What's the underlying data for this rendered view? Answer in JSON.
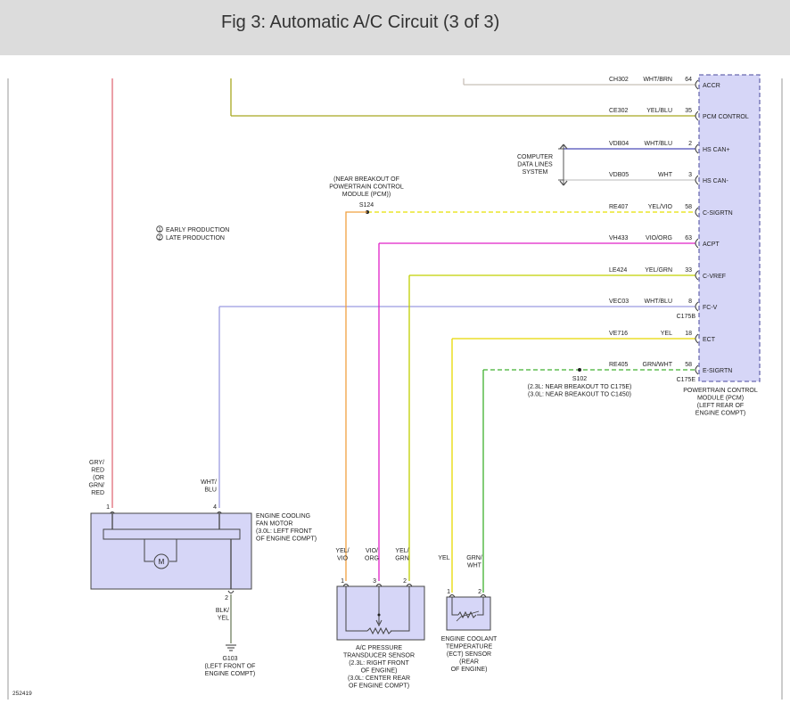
{
  "title": "Fig 3: Automatic A/C Circuit (3 of 3)",
  "colors": {
    "component_fill": "#d6d6f7",
    "wire_gry_red": "#e06c78",
    "wire_wht_brn": "#c8c0b8",
    "wire_yel_blu": "#a8a820",
    "wire_wht_blu": "#9b9be0",
    "wire_hs_can_plus": "#4a4ab8",
    "wire_wht": "#c8c8c8",
    "wire_yel_vio": "#e6e000",
    "wire_vio_org": "#e020c8",
    "wire_yel_grn": "#c0d000",
    "wire_yel": "#e8d800",
    "wire_grn_wht": "#40b030",
    "wire_yel_vio_vertical": "#f0a040",
    "wire_blk_yel": "#708060"
  },
  "pcm": {
    "pins": [
      {
        "circuit": "CH302",
        "color": "WHT/BRN",
        "pin": "64",
        "name": "ACCR"
      },
      {
        "circuit": "CE302",
        "color": "YEL/BLU",
        "pin": "35",
        "name": "PCM CONTROL"
      },
      {
        "circuit": "VDB04",
        "color": "WHT/BLU",
        "pin": "2",
        "name": "HS CAN+"
      },
      {
        "circuit": "VDB05",
        "color": "WHT",
        "pin": "3",
        "name": "HS CAN-"
      },
      {
        "circuit": "RE407",
        "color": "YEL/VIO",
        "pin": "58",
        "name": "C-SIGRTN"
      },
      {
        "circuit": "VH433",
        "color": "VIO/ORG",
        "pin": "63",
        "name": "ACPT"
      },
      {
        "circuit": "LE424",
        "color": "YEL/GRN",
        "pin": "33",
        "name": "C-VREF"
      },
      {
        "circuit": "VEC03",
        "color": "WHT/BLU",
        "pin": "8",
        "name": "FC-V"
      },
      {
        "circuit": "VE716",
        "color": "YEL",
        "pin": "18",
        "name": "ECT"
      },
      {
        "circuit": "RE405",
        "color": "GRN/WHT",
        "pin": "58",
        "name": "E-SIGRTN"
      }
    ],
    "connector_b": "C175B",
    "connector_e": "C175E",
    "label": [
      "POWERTRAIN CONTROL",
      "MODULE (PCM)",
      "(LEFT REAR OF",
      "ENGINE COMPT)"
    ]
  },
  "computer_data_lines": [
    "COMPUTER",
    "DATA LINES",
    "SYSTEM"
  ],
  "s124": {
    "note": [
      "(NEAR BREAKOUT OF",
      "POWERTRAIN CONTROL",
      "MODULE (PCM))"
    ],
    "label": "S124"
  },
  "s102": {
    "label": "S102",
    "note": [
      "(2.3L: NEAR BREAKOUT TO C175E)",
      "(3.0L: NEAR BREAKOUT TO C1450)"
    ]
  },
  "legend": [
    {
      "num": "1",
      "text": "EARLY PRODUCTION"
    },
    {
      "num": "2",
      "text": "LATE PRODUCTION"
    }
  ],
  "fan_motor": {
    "wire_left_label": [
      "GRY/",
      "RED",
      "(OR",
      "GRN/",
      "RED"
    ],
    "wire_right_label": [
      "WHT/",
      "BLU"
    ],
    "pin_left": "1",
    "pin_right": "4",
    "pin_bottom": "2",
    "motor_symbol": "M",
    "label": [
      "ENGINE COOLING",
      "FAN MOTOR",
      "(3.0L: LEFT FRONT",
      "OF ENGINE COMPT)"
    ],
    "ground_wire_label": [
      "BLK/",
      "YEL"
    ]
  },
  "ground": {
    "label": [
      "G103",
      "(LEFT FRONT OF",
      "ENGINE COMPT)"
    ]
  },
  "ac_sensor": {
    "wire_labels": [
      [
        "YEL/",
        "VIO"
      ],
      [
        "VIO/",
        "ORG"
      ],
      [
        "YEL/",
        "GRN"
      ]
    ],
    "pins": [
      "1",
      "3",
      "2"
    ],
    "label": [
      "A/C PRESSURE",
      "TRANSDUCER SENSOR",
      "(2.3L: RIGHT FRONT",
      "OF ENGINE)",
      "(3.0L: CENTER REAR",
      "OF ENGINE COMPT)"
    ]
  },
  "ect_sensor": {
    "wire_labels": [
      [
        "YEL"
      ],
      [
        "GRN/",
        "WHT"
      ]
    ],
    "pins": [
      "1",
      "2"
    ],
    "label": [
      "ENGINE COOLANT",
      "TEMPERATURE",
      "(ECT) SENSOR",
      "(REAR",
      "OF ENGINE)"
    ]
  },
  "figure_number": "252419"
}
